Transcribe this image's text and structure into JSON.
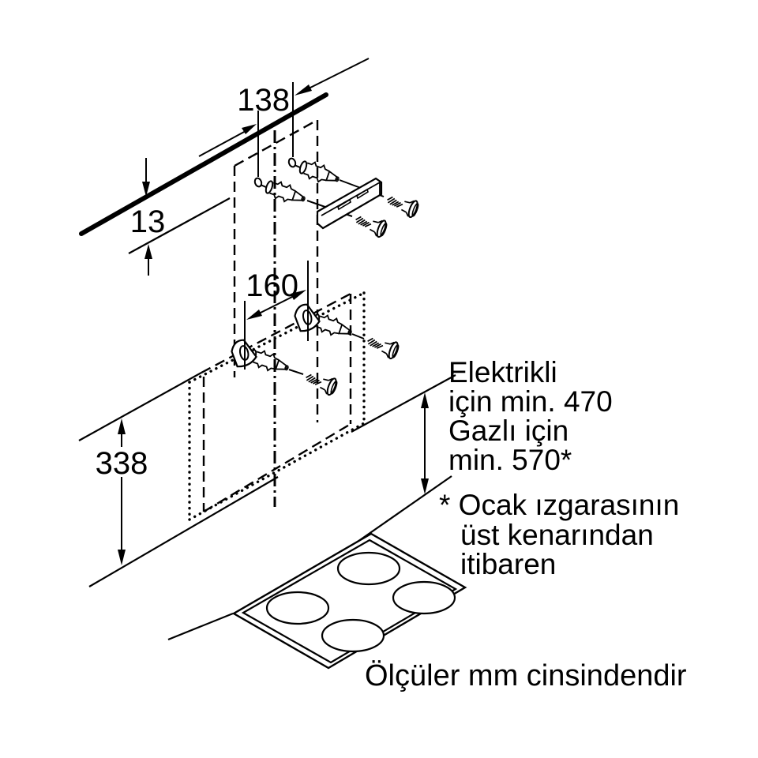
{
  "page": {
    "background": "#ffffff",
    "line_color": "#000000",
    "text_color": "#000000"
  },
  "dimensions": {
    "hole_offset_top": "138",
    "ceiling_gap": "13",
    "bracket_spacing": "160",
    "bracket_height": "338"
  },
  "clearance_note": {
    "line1": "Elektrikli",
    "line2": "için min. 470",
    "line3": "Gazlı için",
    "line4": "min. 570*"
  },
  "footnote": {
    "line1": "* Ocak ızgarasının",
    "line2": "üst kenarından",
    "line3": "itibaren"
  },
  "caption": "Ölçüler mm cinsindendir"
}
